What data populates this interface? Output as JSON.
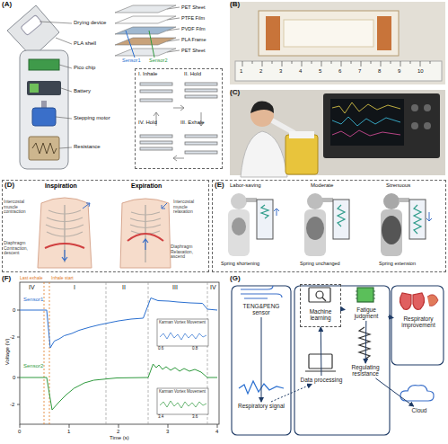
{
  "diagram": {
    "nodes": [
      {
        "text": [
          "(A)"
        ]
      },
      {
        "text": [
          "I. Inhale",
          "II. Hold",
          "IV. Hold",
          "III. Exhale"
        ],
        "in": 0
      },
      {
        "text": [
          "(B)"
        ]
      },
      {
        "text": [
          "(C)"
        ]
      },
      {
        "text": [
          "(D)"
        ]
      },
      {
        "text": [
          "(E)"
        ]
      },
      {
        "text": [
          "(F)"
        ]
      },
      {
        "text": [
          "(G)"
        ]
      },
      {
        "text": [
          "TENG&PENG sensor"
        ],
        "in": 7
      },
      {
        "text": [
          "Respiratory signal"
        ],
        "in": 7
      },
      {
        "text": [
          "Machine learning"
        ],
        "in": 7
      },
      {
        "text": [
          "Fatigue judgment"
        ],
        "in": 7
      },
      {
        "text": [
          "Data processing"
        ],
        "in": 7
      },
      {
        "text": [
          "Regulating resistance"
        ],
        "in": 7
      },
      {
        "text": [
          "Respiratory improvement"
        ],
        "in": 7
      },
      {
        "text": [
          "Cloud"
        ],
        "in": 7
      }
    ],
    "edges": [
      {
        "from": 8,
        "to": 9,
        "arrow": "to"
      },
      {
        "from": 9,
        "to": 12,
        "arrow": "to"
      },
      {
        "from": 12,
        "to": 10,
        "arrow": "to"
      },
      {
        "from": 10,
        "to": 11,
        "arrow": "to"
      },
      {
        "from": 11,
        "to": 13,
        "arrow": "to"
      },
      {
        "from": 11,
        "to": 14,
        "arrow": "to"
      },
      {
        "from": 13,
        "to": 15,
        "arrow": "to"
      }
    ],
    "labels": [
      "Drying device",
      "PLA shell",
      "Pico chip",
      "Battery",
      "Stepping motor",
      "Resistance",
      "PET Sheet",
      "PTFE Film",
      "PVDF Film",
      "PLA Frame",
      "PET Sheet",
      "Sensor1",
      "Sensor2",
      "1",
      "2",
      "3",
      "4",
      "5",
      "6",
      "7",
      "8",
      "9",
      "10",
      "Inspiration",
      "Expiration",
      "Intercostal muscle contraction",
      "Intercostal muscle relaxation",
      "Diaphragm Contraction, descent",
      "Diaphragm Relaxation, ascend",
      "Labor-saving",
      "Moderate",
      "Strenuous",
      "Spring shortening",
      "Spring unchanged",
      "Spring extension",
      "Voltage (V)",
      "Time (s)",
      "0",
      "1",
      "2",
      "3",
      "4",
      "0",
      "-2",
      "0",
      "-2",
      "IV",
      "I",
      "II",
      "III",
      "IV",
      "Sensor1",
      "Sensor2",
      "Karman Vortex Movement",
      "Karman Vortex Movement",
      "Last exhale",
      "Inhale start",
      "0.6",
      "0.8",
      "3.4",
      "3.6"
    ]
  }
}
